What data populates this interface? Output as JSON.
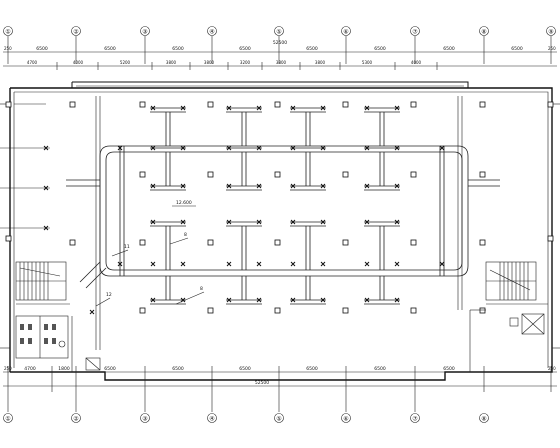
{
  "colors": {
    "line": "#111111",
    "background": "#ffffff"
  },
  "grid_top": [
    "①",
    "②",
    "③",
    "④",
    "⑤",
    "⑥",
    "⑦",
    "⑧",
    "⑨"
  ],
  "grid_bottom": [
    "①",
    "②",
    "③",
    "④",
    "⑤",
    "⑥",
    "⑦",
    "⑧"
  ],
  "top_row1": {
    "total": "52500",
    "left_end": "250",
    "right_end": "250",
    "spans": [
      "6500",
      "6500",
      "6500",
      "6500",
      "6500",
      "6500",
      "6500",
      "6500"
    ]
  },
  "top_row2": [
    "4700",
    "4000",
    "5200",
    "3800",
    "3800",
    "3200",
    "3800",
    "3800",
    "5300",
    "4000"
  ],
  "bottom_row1": {
    "total": "52500",
    "left_end": "250",
    "right_end": "250",
    "spans": [
      "4700",
      "1800",
      "6500",
      "6500",
      "6500",
      "6500",
      "6500",
      "6500"
    ]
  },
  "labels": {
    "elevation": "12.600",
    "tag_11": "11",
    "tag_8a": "8",
    "tag_8b": "8",
    "tag_12": "12"
  }
}
